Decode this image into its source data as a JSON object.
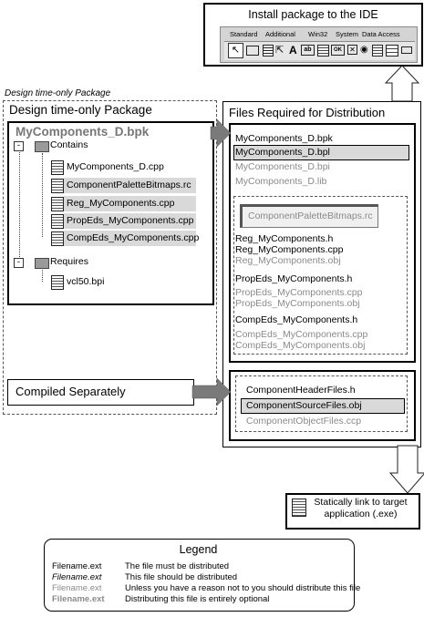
{
  "ide": {
    "title": "Install package to the IDE",
    "tabs": [
      "Standard",
      "Additional",
      "Win32",
      "System",
      "Data Access"
    ]
  },
  "design_label": "Design time-only Package",
  "design_box_title": "Design time-only Package",
  "package": {
    "name": "MyComponents_D.bpk",
    "contains_label": "Contains",
    "files": [
      "MyComponents_D.cpp",
      "ComponentPaletteBitmaps.rc",
      "Reg_MyComponents.cpp",
      "PropEds_MyComponents.cpp",
      "CompEds_MyComponents.cpp"
    ],
    "requires_label": "Requires",
    "requires": [
      "vcl50.bpi"
    ],
    "collapse_symbol": "-"
  },
  "compiled_separately": "Compiled Separately",
  "distribution": {
    "title": "Files Required for Distribution",
    "group1": [
      "MyComponents_D.bpk",
      "MyComponents_D.bpl",
      "MyComponents_D.bpi",
      "MyComponents_D.lib"
    ],
    "group2": {
      "rc": "ComponentPaletteBitmaps.rc",
      "reg": [
        "Reg_MyComponents.h",
        "Reg_MyComponents.cpp",
        "Reg_MyComponents.obj"
      ],
      "prop": [
        "PropEds_MyComponents.h",
        "PropEds_MyComponents.cpp",
        "PropEds_MyComponents.obj"
      ],
      "comp": [
        "CompEds_MyComponents.h",
        "CompEds_MyComponents.cpp",
        "CompEds_MyComponents.obj"
      ]
    },
    "group3": [
      "ComponentHeaderFiles.h",
      "ComponentSourceFiles.obj",
      "ComponentObjectFiles.ccp"
    ]
  },
  "static_link": {
    "line1": "Statically link to target",
    "line2": "application (.exe)"
  },
  "legend": {
    "title": "Legend",
    "rows": [
      {
        "name": "Filename.ext",
        "desc": "The file must be distributed"
      },
      {
        "name": "Filename.ext",
        "desc": "This file should be distributed"
      },
      {
        "name": "Filename.ext",
        "desc": "Unless you have a reason not to you should distribute this file"
      },
      {
        "name": "Filename.ext",
        "desc": "Distributing this file is entirely optional"
      }
    ]
  },
  "colors": {
    "arrow_fill": "#7a7a7a",
    "highlight": "#d9d9d9",
    "gray_text": "#8a8a8a"
  }
}
